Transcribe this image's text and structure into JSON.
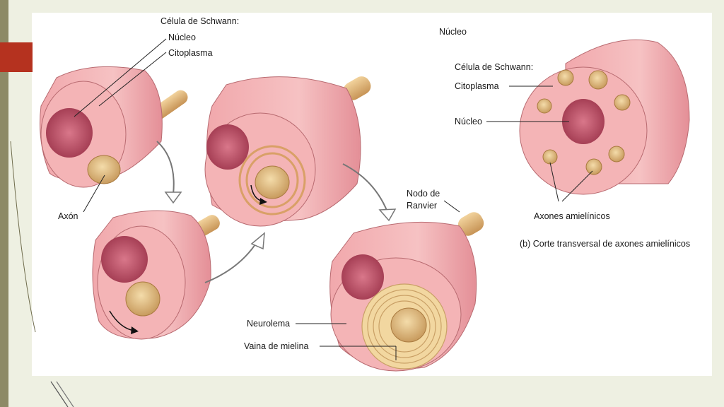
{
  "labels": {
    "schwann_cell": "Célula de Schwann:",
    "nucleus": "Núcleo",
    "cytoplasm": "Citoplasma",
    "axon": "Axón",
    "node_of_ranvier_1": "Nodo de",
    "node_of_ranvier_2": "Ranvier",
    "neurolemma": "Neurolema",
    "myelin_sheath": "Vaina de mielina",
    "right_nucleus_top": "Núcleo",
    "right_schwann_cell": "Célula de Schwann:",
    "right_cytoplasm": "Citoplasma",
    "right_nucleus": "Núcleo",
    "unmyelinated_axons": "Axones amielínicos",
    "caption_b": "(b) Corte transversal de axones amielínicos"
  },
  "colors": {
    "slide_bg": "#eef0e2",
    "panel": "#ffffff",
    "accent": "#b5321f",
    "cell_pink": "#f2b3b4",
    "cell_dark": "#e58f95",
    "nucleus": "#c4566a",
    "axon": "#e6c28a"
  }
}
